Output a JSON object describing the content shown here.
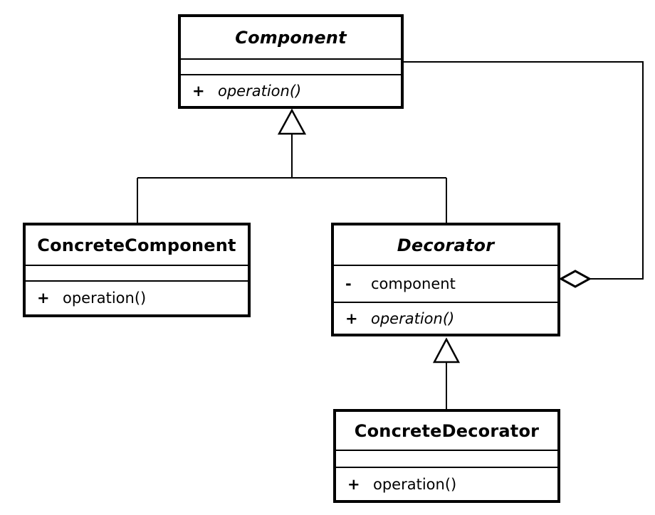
{
  "colors": {
    "line": "#000000",
    "background": "#ffffff",
    "box_fill": "#ffffff"
  },
  "classes": {
    "component": {
      "name": "Component",
      "abstract": true,
      "attributes": [],
      "operations": [
        {
          "visibility": "+",
          "signature": "operation()",
          "abstract": true
        }
      ]
    },
    "concreteComponent": {
      "name": "ConcreteComponent",
      "abstract": false,
      "attributes": [],
      "operations": [
        {
          "visibility": "+",
          "signature": "operation()",
          "abstract": false
        }
      ]
    },
    "decorator": {
      "name": "Decorator",
      "abstract": true,
      "attributes": [
        {
          "visibility": "-",
          "name": "component"
        }
      ],
      "operations": [
        {
          "visibility": "+",
          "signature": "operation()",
          "abstract": true
        }
      ]
    },
    "concreteDecorator": {
      "name": "ConcreteDecorator",
      "abstract": false,
      "attributes": [],
      "operations": [
        {
          "visibility": "+",
          "signature": "operation()",
          "abstract": false
        }
      ]
    }
  },
  "relationships": [
    {
      "type": "generalization",
      "from": "ConcreteComponent",
      "to": "Component"
    },
    {
      "type": "generalization",
      "from": "Decorator",
      "to": "Component"
    },
    {
      "type": "generalization",
      "from": "ConcreteDecorator",
      "to": "Decorator"
    },
    {
      "type": "aggregation",
      "owner": "Decorator",
      "part": "Component"
    }
  ]
}
